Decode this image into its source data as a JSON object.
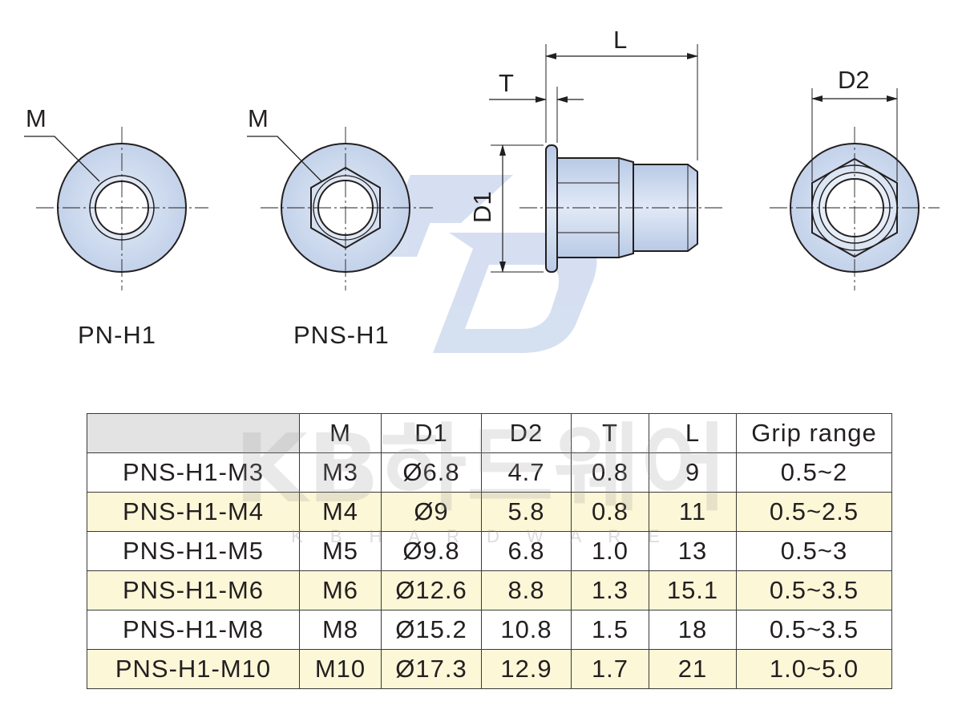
{
  "labels": {
    "m_left": "M",
    "m_right": "M",
    "pn_h1": "PN-H1",
    "pns_h1": "PNS-H1",
    "L": "L",
    "T": "T",
    "D1": "D1",
    "D2": "D2"
  },
  "watermark": {
    "logo": "KB",
    "brand": "KB하드웨어",
    "sub": "K B H A R D W A R E"
  },
  "table": {
    "headers": [
      "",
      "M",
      "D1",
      "D2",
      "T",
      "L",
      "Grip range"
    ],
    "rows": [
      [
        "PNS-H1-M3",
        "M3",
        "Ø6.8",
        "4.7",
        "0.8",
        "9",
        "0.5~2"
      ],
      [
        "PNS-H1-M4",
        "M4",
        "Ø9",
        "5.8",
        "0.8",
        "11",
        "0.5~2.5"
      ],
      [
        "PNS-H1-M5",
        "M5",
        "Ø9.8",
        "6.8",
        "1.0",
        "13",
        "0.5~3"
      ],
      [
        "PNS-H1-M6",
        "M6",
        "Ø12.6",
        "8.8",
        "1.3",
        "15.1",
        "0.5~3.5"
      ],
      [
        "PNS-H1-M8",
        "M8",
        "Ø15.2",
        "10.8",
        "1.5",
        "18",
        "0.5~3.5"
      ],
      [
        "PNS-H1-M10",
        "M10",
        "Ø17.3",
        "12.9",
        "1.7",
        "21",
        "1.0~5.0"
      ]
    ]
  },
  "colors": {
    "part_fill": "#ccd9ee",
    "line": "#231f20",
    "header_fill": "#e3e3e3",
    "alt_row_fill": "#fcf7d7",
    "watermark_blue": "#c7d5ec"
  }
}
